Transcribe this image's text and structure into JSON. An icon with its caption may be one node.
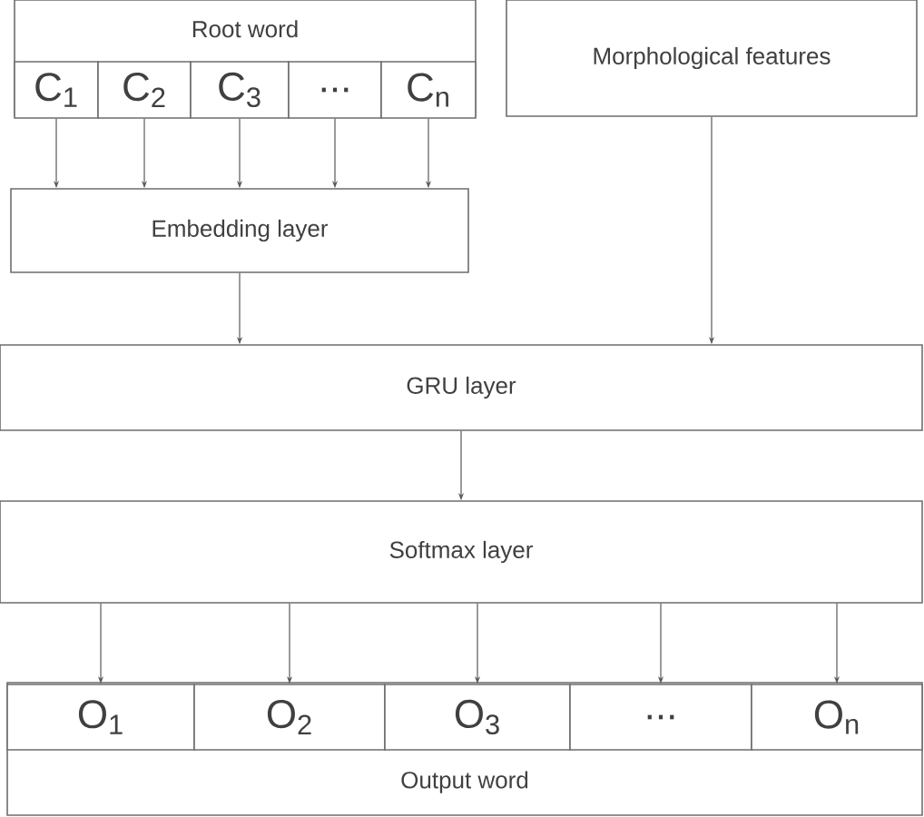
{
  "diagram": {
    "nodes": [
      {
        "text": [
          "Root word"
        ]
      },
      {
        "text": [
          "C$_{1}$"
        ],
        "in": 0
      },
      {
        "text": [
          "C$_{2}$"
        ],
        "in": 0
      },
      {
        "text": [
          "C$_{3}$"
        ],
        "in": 0
      },
      {
        "text": [
          "..."
        ],
        "in": 0
      },
      {
        "text": [
          "C$_{n}$"
        ],
        "in": 0
      },
      {
        "text": [
          "Morphological features"
        ]
      },
      {
        "text": [
          "Embedding layer"
        ]
      },
      {
        "text": [
          "GRU layer"
        ]
      },
      {
        "text": [
          "Softmax layer"
        ]
      },
      {
        "text": [
          "Output word"
        ]
      },
      {
        "text": [
          "O$_{1}$"
        ],
        "in": 10
      },
      {
        "text": [
          "O$_{2}$"
        ],
        "in": 10
      },
      {
        "text": [
          "O$_{3}$"
        ],
        "in": 10
      },
      {
        "text": [
          "..."
        ],
        "in": 10
      },
      {
        "text": [
          "O$_{n}$"
        ],
        "in": 10
      }
    ],
    "edges": [
      {
        "from": 1,
        "to": 7,
        "arrow": "to"
      },
      {
        "from": 2,
        "to": 7,
        "arrow": "to"
      },
      {
        "from": 3,
        "to": 7,
        "arrow": "to"
      },
      {
        "from": 4,
        "to": 7,
        "arrow": "to"
      },
      {
        "from": 5,
        "to": 7,
        "arrow": "to"
      },
      {
        "from": 7,
        "to": 8,
        "arrow": "to"
      },
      {
        "from": 6,
        "to": 8,
        "arrow": "to"
      },
      {
        "from": 8,
        "to": 9,
        "arrow": "to"
      },
      {
        "from": 9,
        "to": 11,
        "arrow": "to"
      },
      {
        "from": 9,
        "to": 12,
        "arrow": "to"
      },
      {
        "from": 9,
        "to": 13,
        "arrow": "to"
      },
      {
        "from": 9,
        "to": 14,
        "arrow": "to"
      },
      {
        "from": 9,
        "to": 15,
        "arrow": "to"
      }
    ]
  }
}
